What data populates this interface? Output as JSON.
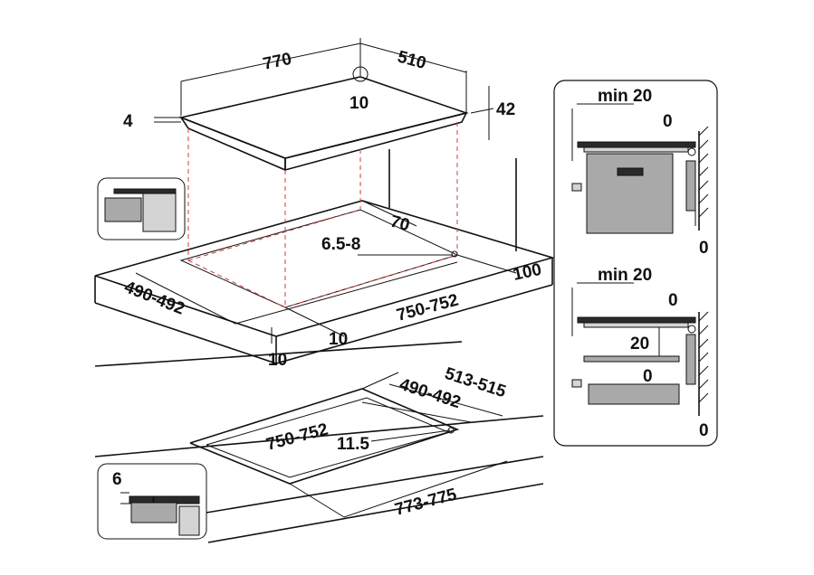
{
  "dims": {
    "hob_width": "770",
    "hob_depth": "510",
    "hob_height": "42",
    "glass_edge": "4",
    "back_clear": "10",
    "corner_radius": "6.5-8",
    "cut_depth_top": "490-492",
    "cut_width_top": "750-752",
    "offset_70": "70",
    "wall_dist": "100",
    "front_10a": "10",
    "front_10b": "10",
    "flush_outer_depth": "513-515",
    "flush_inner_depth": "490-492",
    "flush_inner_width": "750-752",
    "flush_radius": "11.5",
    "flush_outer_width": "773-775",
    "rebate_depth": "6",
    "side_min_top": "min 20",
    "side_zero_top_a": "0",
    "side_zero_top_b": "0",
    "side_min_bot": "min 20",
    "side_zero_bot_a": "0",
    "side_20": "20",
    "side_zero_bot_b": "0",
    "side_zero_bot_c": "0"
  }
}
